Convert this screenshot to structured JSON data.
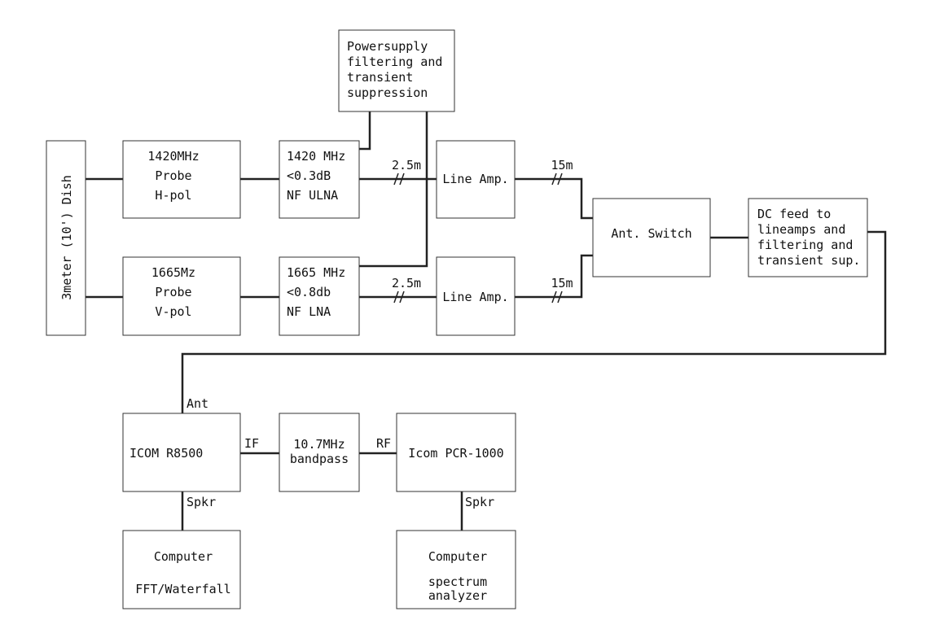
{
  "blocks": {
    "dish": "3meter (10') Dish",
    "probe_h": [
      "1420MHz",
      "Probe",
      "H-pol"
    ],
    "probe_v": [
      "1665Mz",
      "Probe",
      "V-pol"
    ],
    "ulna": [
      "1420 MHz",
      "<0.3dB",
      "NF ULNA"
    ],
    "lna": [
      "1665 MHz",
      "<0.8db",
      "NF LNA"
    ],
    "power_supply": [
      "Powersupply",
      "filtering and",
      "transient",
      "suppression"
    ],
    "line_amp_top": "Line Amp.",
    "line_amp_bottom": "Line Amp.",
    "ant_switch": "Ant. Switch",
    "dc_feed": [
      "DC feed to",
      "lineamps and",
      "filtering and",
      "transient sup."
    ],
    "icom_r8500": "ICOM R8500",
    "bandpass": [
      "10.7MHz",
      "bandpass"
    ],
    "icom_pcr": "Icom PCR-1000",
    "computer_left": [
      "Computer",
      "FFT/Waterfall"
    ],
    "computer_right": [
      "Computer",
      "spectrum",
      "analyzer"
    ]
  },
  "cable_labels": {
    "top_2_5m": "2.5m",
    "bottom_2_5m": "2.5m",
    "top_15m": "15m",
    "bottom_15m": "15m"
  },
  "port_labels": {
    "ant": "Ant",
    "if": "IF",
    "rf": "RF",
    "spkr_left": "Spkr",
    "spkr_right": "Spkr"
  }
}
